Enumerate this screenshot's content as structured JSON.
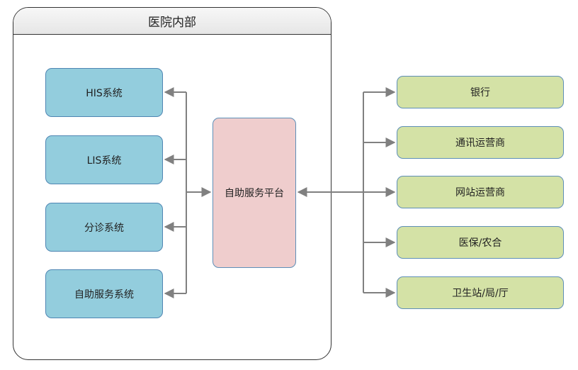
{
  "container": {
    "title": "医院内部"
  },
  "center": {
    "label": "自助服务平台"
  },
  "internal_systems": [
    {
      "label": "HIS系统"
    },
    {
      "label": "LIS系统"
    },
    {
      "label": "分诊系统"
    },
    {
      "label": "自助服务系统"
    }
  ],
  "external_parties": [
    {
      "label": "银行"
    },
    {
      "label": "通讯运营商"
    },
    {
      "label": "网站运营商"
    },
    {
      "label": "医保/农合"
    },
    {
      "label": "卫生站/局/厅"
    }
  ],
  "colors": {
    "internal_fill": "#93cddd",
    "external_fill": "#d4e2a6",
    "center_fill": "#efcdcd",
    "connector": "#808080"
  }
}
